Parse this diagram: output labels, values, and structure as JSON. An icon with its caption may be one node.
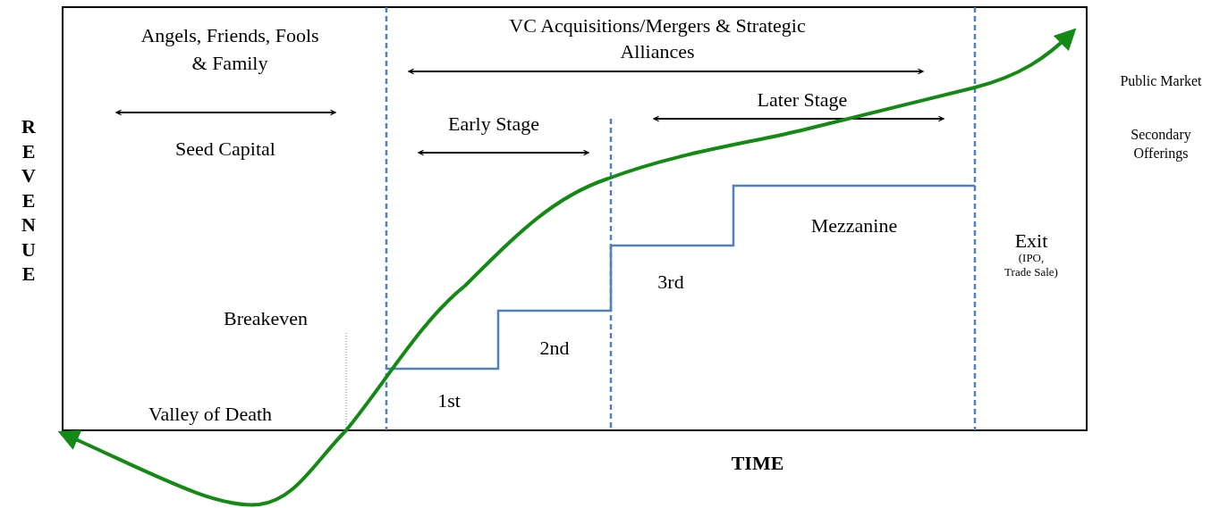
{
  "diagram": {
    "labels": [
      "Angels, Friends, Fools & Family",
      "Seed Capital",
      "VC Acquisitions/Mergers & Strategic Alliances",
      "Early Stage",
      "Later Stage",
      "Public Market",
      "Secondary Offerings",
      "REVENUE",
      "Mezzanine",
      "Exit",
      "(IPO, Trade Sale)",
      "3rd",
      "Breakeven",
      "2nd",
      "1st",
      "Valley of Death",
      "TIME"
    ]
  }
}
